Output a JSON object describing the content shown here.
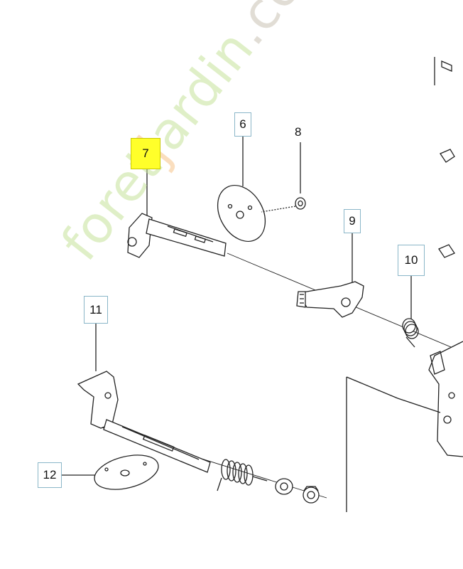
{
  "callouts": {
    "p6": "6",
    "p7": "7",
    "p8": "8",
    "p9": "9",
    "p10": "10",
    "p11": "11",
    "p12": "12"
  },
  "watermark": {
    "text_green": "foret",
    "text_orange": "j",
    "text_green2": "ardin",
    "text_gray": ".com",
    "colors": {
      "green": "#c6e29a",
      "orange": "#f6c48a",
      "gray": "#c9c2b3"
    }
  },
  "colors": {
    "highlight": "#ffff2a",
    "label_border": "#8ab6c8",
    "line": "#222222"
  }
}
